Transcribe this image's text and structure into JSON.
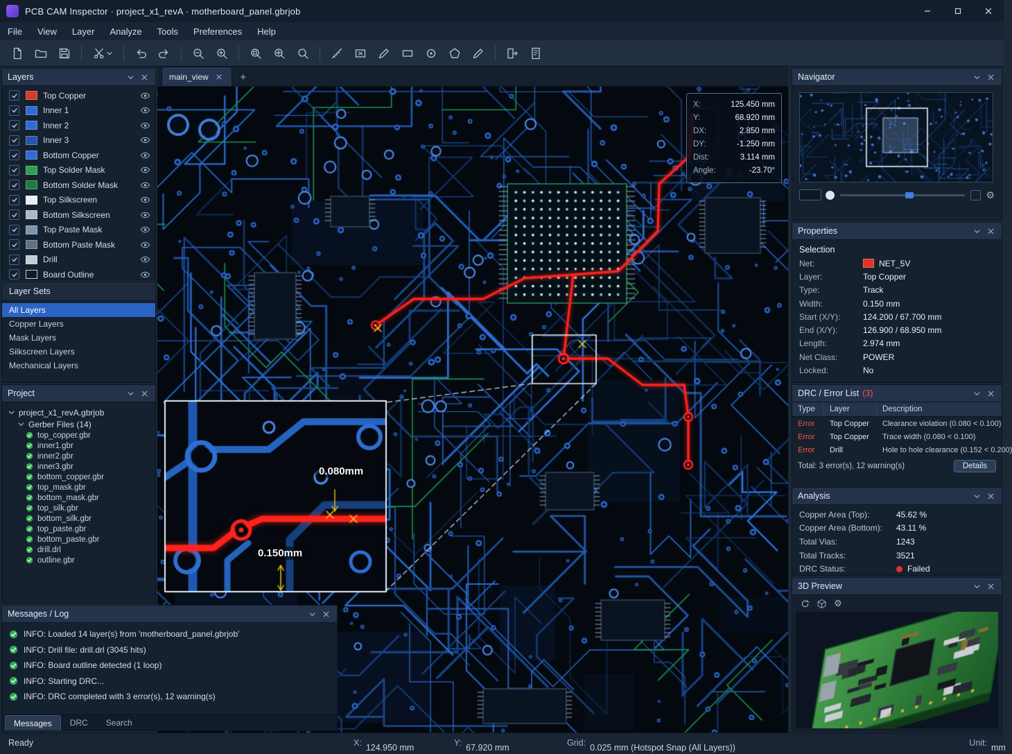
{
  "window": {
    "title": "PCB CAM Inspector   ·   project_x1_revA   ·   motherboard_panel.gbrjob"
  },
  "menus": [
    "File",
    "View",
    "Layer",
    "Analyze",
    "Tools",
    "Preferences",
    "Help"
  ],
  "main_tab": {
    "label": "main_view"
  },
  "layers_panel": {
    "title": "Layers",
    "items": [
      {
        "name": "Top Copper",
        "color": "#d53a2b"
      },
      {
        "name": "Inner 1",
        "color": "#2e6bd4"
      },
      {
        "name": "Inner 2",
        "color": "#2e6bd4"
      },
      {
        "name": "Inner 3",
        "color": "#2456a8"
      },
      {
        "name": "Bottom Copper",
        "color": "#2e6bd4"
      },
      {
        "name": "Top Solder Mask",
        "color": "#2da14f"
      },
      {
        "name": "Bottom Solder Mask",
        "color": "#1f7c3c"
      },
      {
        "name": "Top Silkscreen",
        "color": "#e9eef4"
      },
      {
        "name": "Bottom Silkscreen",
        "color": "#a9b9cb"
      },
      {
        "name": "Top Paste Mask",
        "color": "#7d93ad"
      },
      {
        "name": "Bottom Paste Mask",
        "color": "#5f7186"
      },
      {
        "name": "Drill",
        "color": "#c2cbd6"
      },
      {
        "name": "Board Outline",
        "color": "#0f1a29"
      }
    ]
  },
  "layer_sets": {
    "title": "Layer Sets",
    "items": [
      "All Layers",
      "Copper Layers",
      "Mask Layers",
      "Silkscreen Layers",
      "Mechanical Layers"
    ]
  },
  "project": {
    "title": "Project",
    "root": "project_x1_revA.gbrjob",
    "folder": "Gerber Files (14)",
    "files": [
      "top_copper.gbr",
      "inner1.gbr",
      "inner2.gbr",
      "inner3.gbr",
      "bottom_copper.gbr",
      "top_mask.gbr",
      "bottom_mask.gbr",
      "top_silk.gbr",
      "bottom_silk.gbr",
      "top_paste.gbr",
      "bottom_paste.gbr",
      "drill.drl",
      "outline.gbr"
    ]
  },
  "messages": {
    "title": "Messages / Log",
    "lines": [
      "INFO: Loaded 14 layer(s) from 'motherboard_panel.gbrjob'",
      "INFO: Drill file: drill.drl (3045 hits)",
      "INFO: Board outline detected (1 loop)",
      "INFO: Starting DRC...",
      "INFO: DRC completed with 3 error(s), 12 warning(s)"
    ],
    "tabs": [
      "Messages",
      "DRC",
      "Search"
    ]
  },
  "measure": {
    "rows": [
      {
        "label": "X:",
        "value": "125.450 mm"
      },
      {
        "label": "Y:",
        "value": "68.920 mm"
      },
      {
        "label": "DX:",
        "value": "2.850 mm"
      },
      {
        "label": "DY:",
        "value": "-1.250 mm"
      },
      {
        "label": "Dist:",
        "value": "3.114 mm"
      },
      {
        "label": "Angle:",
        "value": "-23.70°"
      }
    ]
  },
  "inset": {
    "dim_a": "0.080mm",
    "dim_b": "0.150mm"
  },
  "navigator": {
    "title": "Navigator"
  },
  "properties": {
    "title": "Properties",
    "section": "Selection",
    "net_color": "#e03228",
    "rows": [
      {
        "label": "Net:",
        "value": "NET_5V"
      },
      {
        "label": "Layer:",
        "value": "Top Copper"
      },
      {
        "label": "Type:",
        "value": "Track"
      },
      {
        "label": "Width:",
        "value": "0.150 mm"
      },
      {
        "label": "Start (X/Y):",
        "value": "124.200 / 67.700 mm"
      },
      {
        "label": "End (X/Y):",
        "value": "126.900 / 68.950 mm"
      },
      {
        "label": "Length:",
        "value": "2.974 mm"
      },
      {
        "label": "Net Class:",
        "value": "POWER"
      },
      {
        "label": "Locked:",
        "value": "No"
      }
    ]
  },
  "drc": {
    "title": "DRC / Error List",
    "count": "(3)",
    "headers": [
      "Type",
      "Layer",
      "Description"
    ],
    "rows": [
      [
        "Error",
        "Top Copper",
        "Clearance violation (0.080 < 0.100)"
      ],
      [
        "Error",
        "Top Copper",
        "Trace width (0.080 < 0.100)"
      ],
      [
        "Error",
        "Drill",
        "Hole to hole clearance (0.152 < 0.200)"
      ]
    ],
    "total": "Total: 3 error(s), 12 warning(s)",
    "details": "Details"
  },
  "analysis": {
    "title": "Analysis",
    "rows": [
      {
        "label": "Copper Area (Top):",
        "value": "45.62 %"
      },
      {
        "label": "Copper Area (Bottom):",
        "value": "43.11 %"
      },
      {
        "label": "Total Vias:",
        "value": "1243"
      },
      {
        "label": "Total Tracks:",
        "value": "3521"
      }
    ],
    "status_label": "DRC Status:",
    "status_value": "Failed",
    "status_color": "#e03131"
  },
  "preview3d": {
    "title": "3D Preview"
  },
  "statusbar": {
    "ready": "Ready",
    "x_label": "X:",
    "x_value": "124.950 mm",
    "y_label": "Y:",
    "y_value": "67.920 mm",
    "grid_label": "Grid:",
    "grid_value": "0.025 mm (Hotspot Snap (All Layers))",
    "unit_label": "Unit:",
    "unit_value": "mm"
  }
}
